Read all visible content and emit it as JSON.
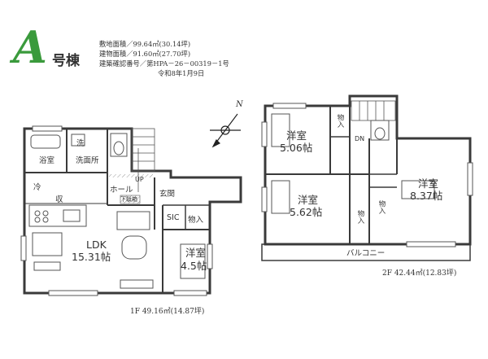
{
  "header": {
    "building_letter": "A",
    "building_suffix": "号棟",
    "brand_color": "#3a9a3c",
    "info_lines": [
      "敷地面積／99.64㎡(30.14坪)",
      "建物面積／91.60㎡(27.70坪)",
      "建築確認番号／第HPA－26－00319－1号",
      "令和8年1月9日"
    ]
  },
  "floor1": {
    "rooms": {
      "bath": "浴室",
      "wash": "洗",
      "washroom": "洗面所",
      "fridge": "冷",
      "storage": "収",
      "up": "UP",
      "hall": "ホール",
      "shoe_box": "下駄箱",
      "entrance": "玄関",
      "sic": "SIC",
      "closet": "物入",
      "ldk_name": "LDK",
      "ldk_size": "15.31帖",
      "western_name": "洋室",
      "western_size": "4.5帖"
    },
    "area_label": "1F  49.16㎡(14.87坪)"
  },
  "floor2": {
    "rooms": {
      "closet_top": "物入",
      "dn": "DN",
      "room1_name": "洋室",
      "room1_size": "5.06帖",
      "room2_name": "洋室",
      "room2_size": "5.62帖",
      "closet_mid": "物入",
      "closet_right": "物入",
      "room3_name": "洋室",
      "room3_size": "8.37帖",
      "balcony": "バルコニー"
    },
    "area_label": "2F  42.44㎡(12.83坪)"
  },
  "compass": {
    "north_glyph": "N"
  }
}
